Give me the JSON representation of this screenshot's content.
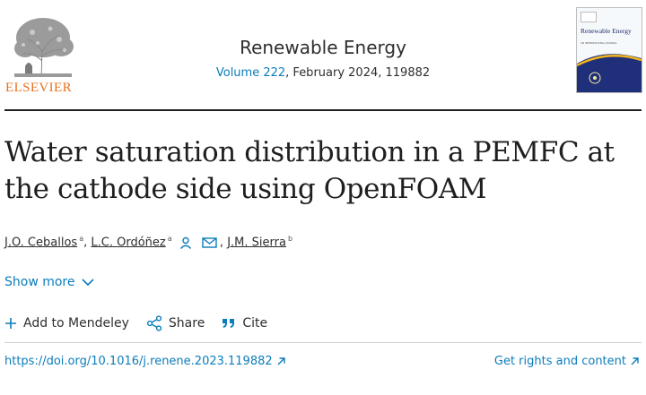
{
  "header": {
    "publisher_logo_text": "ELSEVIER",
    "journal_title": "Renewable Energy",
    "volume_link": "Volume 222",
    "issue_info": ", February 2024, 119882",
    "cover": {
      "title": "Renewable Energy",
      "subtitle": "AN INTERNATIONAL JOURNAL"
    }
  },
  "article": {
    "title": "Water saturation distribution in a PEMFC at the cathode side using OpenFOAM",
    "authors": [
      {
        "name": "J.O. Ceballos",
        "sup": "a"
      },
      {
        "name": "L.C. Ordóñez",
        "sup": "a"
      },
      {
        "name": "J.M. Sierra",
        "sup": "b"
      }
    ],
    "separator": ","
  },
  "show_more": {
    "label": "Show more"
  },
  "actions": {
    "add_to_mendeley": "Add to Mendeley",
    "share": "Share",
    "cite": "Cite"
  },
  "links": {
    "doi": "https://doi.org/10.1016/j.renene.2023.119882",
    "rights": "Get rights and content"
  },
  "colors": {
    "link": "#0c7dbb",
    "elsevier_orange": "#e9711c"
  }
}
